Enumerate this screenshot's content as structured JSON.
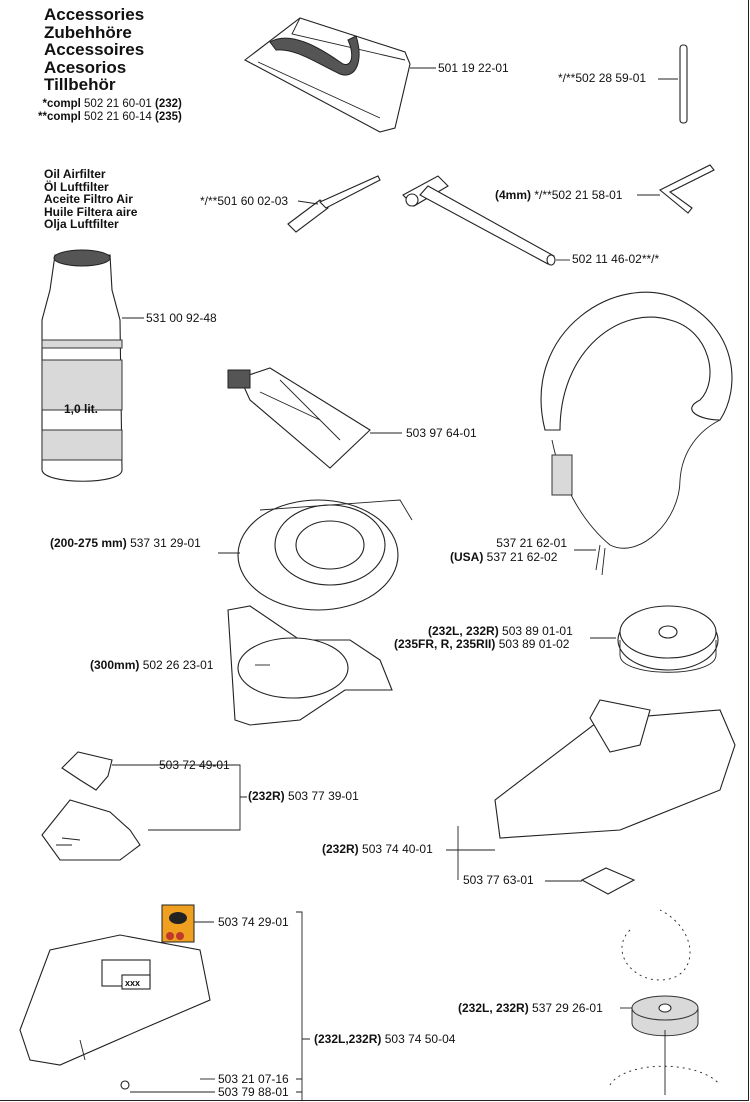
{
  "titles": [
    "Accessories",
    "Zubehhöre",
    "Accessoires",
    "Acesorios",
    "Tillbehör"
  ],
  "compl": [
    {
      "prefix": "*compl",
      "code": "502 21 60-01",
      "model": "(232)"
    },
    {
      "prefix": "**compl",
      "code": "502 21 60-14",
      "model": "(235)"
    }
  ],
  "oil_titles": [
    "Oil Airfilter",
    "Öl Luftfilter",
    "Aceite Filtro Air",
    "Huile Filtera aire",
    "Olja Luftfilter"
  ],
  "bottle_label": "1,0 lit.",
  "parts": {
    "bag": {
      "code": "501 19 22-01"
    },
    "pin": {
      "code": "*/**502 28 59-01"
    },
    "screwdriver": {
      "code": "*/**501 60 02-03"
    },
    "hexkey": {
      "pre": "(4mm)",
      "code": "*/**502 21 58-01"
    },
    "wrench": {
      "code": "502 11 46-02**/*"
    },
    "oil": {
      "code": "531 00 92-48"
    },
    "grease": {
      "code": "503 97 64-01"
    },
    "harness": {
      "code": "537 21 62-01",
      "pre2": "(USA)",
      "code2": "537 21 62-02"
    },
    "guard1": {
      "pre": "(200-275 mm)",
      "code": "537 31 29-01"
    },
    "spool": {
      "pre": "(232L, 232R)",
      "code": "503 89 01-01",
      "pre2": "(235FR, R, 235RII)",
      "code2": "503 89 01-02"
    },
    "guard2": {
      "pre": "(300mm)",
      "code": "502 26 23-01"
    },
    "bracket": {
      "code": "503 72 49-01"
    },
    "guard3": {
      "pre": "(232R)",
      "code": "503 77 39-01"
    },
    "guard4": {
      "pre": "(232R)",
      "code": "503 74 40-01"
    },
    "plate": {
      "code": "503 77 63-01"
    },
    "decal": {
      "code": "503 74 29-01"
    },
    "guard5": {
      "pre": "(232L,232R)",
      "code": "503 74 50-04"
    },
    "screw1": {
      "code": "503 21 07-16"
    },
    "screw2": {
      "code": "503 79 88-01"
    },
    "washer": {
      "pre": "(232L, 232R)",
      "code": "537 29 26-01"
    }
  },
  "decal_text": "xxx",
  "colors": {
    "decal": "#f0a020",
    "decal_dark": "#c0392b",
    "line": "#222222"
  }
}
